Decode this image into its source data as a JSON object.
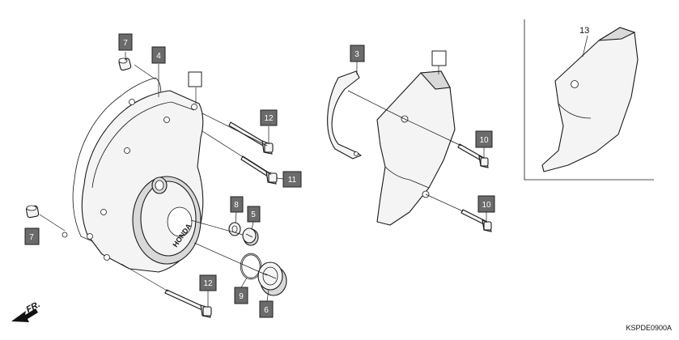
{
  "diagram": {
    "callouts": {
      "c7_top": "7",
      "c4": "4",
      "c12_top": "12",
      "c11": "11",
      "c8": "8",
      "c5": "5",
      "c7_left": "7",
      "c12_bottom": "12",
      "c9": "9",
      "c6": "6",
      "c3": "3",
      "c10_top": "10",
      "c10_bottom": "10",
      "c13": "13"
    },
    "cover_logo_text": "HONDA",
    "direction_label": "FR.",
    "page_code": "KSPDE0900A"
  }
}
